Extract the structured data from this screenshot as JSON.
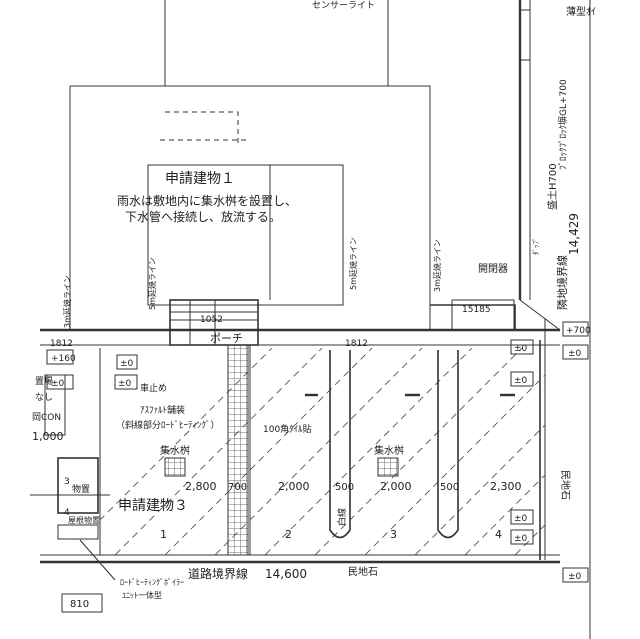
{
  "top_labels": {
    "sensor_light": "センサーライト",
    "thin_type": "薄型ｵｲ",
    "block_fence": "ﾌﾞﾛｯｸﾌﾟﾛｯｸ塀GL+700",
    "embankment": "盛土H700",
    "distance": "14,429",
    "neighbor_boundary": "隣地境界線",
    "tap": "ﾀﾞｯﾌﾟ"
  },
  "building1": {
    "title": "申請建物１",
    "note_line1": "雨水は敷地内に集水桝を設置し、",
    "note_line2": "下水管へ接続し、放流する。"
  },
  "extension_lines": {
    "line3_left": "3m延焼ライン",
    "line5_left": "5m延焼ライン",
    "line5_right": "5m延焼ライン",
    "line3_right": "3m延焼ライン"
  },
  "labels": {
    "opener": "開閉器",
    "porch": "ポーチ",
    "dim_1052": "1052",
    "dim_15185": "15185",
    "dim_1812a": "1812",
    "dim_1812b": "1812",
    "lv_p160": "+160",
    "lv_zero_a": "±0",
    "lv_zero_b": "±0",
    "lv_zero_c": "±0",
    "lv_zero_d": "±0",
    "lv_zero_e": "±0",
    "lv_zero_f": "±0",
    "lv_zero_g": "±0",
    "lv_zero_h": "±0",
    "lv_p700": "+700",
    "wheel_stop": "車止め",
    "asphalt1": "ｱｽﾌｧﾙﾄ舗装",
    "asphalt2": "（斜線部分ﾛｰﾄﾞﾋｰﾃｨﾝｸﾞ）",
    "tile": "100角ﾀｲﾙ貼",
    "catch_basin1": "集水桝",
    "catch_basin2": "集水桝",
    "white_line": "白線",
    "left_placement": "置場",
    "left_none": "なし",
    "left_con": "岡CON",
    "left_1000": "1,000",
    "storage": "物置",
    "storage_num1": "3",
    "storage_num2": "4",
    "roof_storage": "屋根物置",
    "building3": "申請建物３",
    "dim_2800": "2,800",
    "dim_700": "700",
    "dim_2000a": "2,000",
    "dim_500a": "500",
    "dim_2000b": "2,000",
    "dim_500b": "500",
    "dim_2300": "2,300",
    "slot1": "1",
    "slot2": "2",
    "slot3": "3",
    "slot4": "4",
    "road_boundary": "道路境界線",
    "road_length": "14,600",
    "private_stone_bottom": "民地石",
    "private_stone_right": "民地石",
    "boiler1": "ﾛｰﾄﾞﾋｰﾃｨﾝｸﾞﾎﾞｲﾗｰ",
    "boiler2": "ﾕﾆｯﾄ一体型",
    "dim_810": "810"
  }
}
